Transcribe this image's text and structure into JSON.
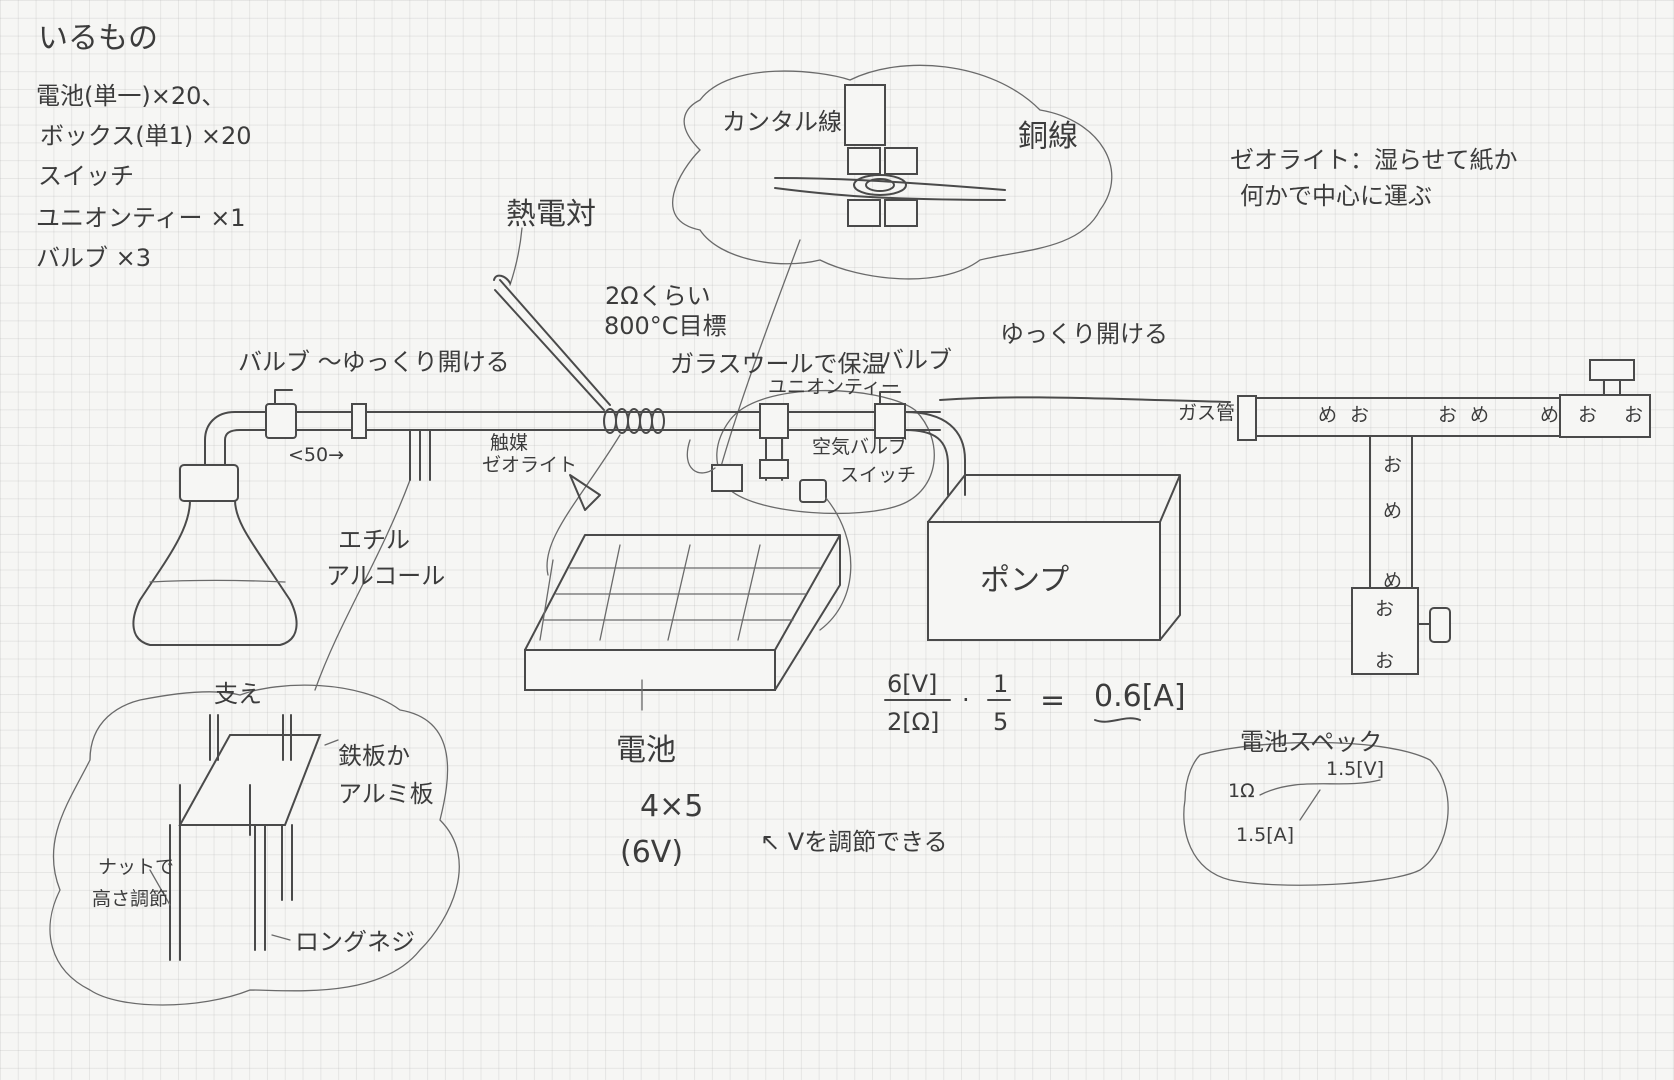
{
  "materials": {
    "heading": "いるもの",
    "items": [
      "電池(単一)×20、",
      "ボックス(単1) ×20",
      "スイッチ",
      "ユニオンティー ×1",
      "バルブ ×3"
    ]
  },
  "labels": {
    "thermocouple": "熱電対",
    "kanthal_wire": "カンタル線",
    "copper_wire": "銅線",
    "zeolite_note_line1": "ゼオライト：湿らせて紙か",
    "zeolite_note_line2": "何かで中心に運ぶ",
    "resistance": "2Ωくらい",
    "temp_target": "800°C目標",
    "glass_wool": "ガラスウールで保温",
    "valve_left": "バルブ ～ゆっくり開ける",
    "valve_right": "バルブ",
    "valve_right_note": "ゆっくり開ける",
    "union_tee": "ユニオンティー",
    "air_valve": "空気バルブ",
    "switch": "スイッチ",
    "catalyst_line1": "触媒",
    "catalyst_line2": "ゼオライト",
    "distance": "<50→",
    "ethanol_line1": "エチル",
    "ethanol_line2": "アルコール",
    "pump": "ポンプ",
    "gas_pipe": "ガス管",
    "support": "支え",
    "iron_plate_line1": "鉄板か",
    "iron_plate_line2": "アルミ板",
    "nut_line1": "ナットで",
    "nut_line2": "高さ調節",
    "long_screw": "ロングネジ",
    "battery": "電池",
    "battery_grid": "4×5",
    "battery_voltage": "(6V)",
    "adjust_note": "↖ Vを調節できる",
    "spec_title": "電池スペック",
    "spec_resistance": "1Ω",
    "spec_voltage": "1.5[V]",
    "spec_current": "1.5[A]"
  },
  "formula": {
    "num1": "6[V]",
    "den1": "2[Ω]",
    "dot": "·",
    "num2": "1",
    "den2": "5",
    "equals": "=",
    "result": "0.6[A]"
  },
  "pipe_marks": [
    "め",
    "お",
    "お",
    "め",
    "め",
    "お",
    "お"
  ],
  "vertical_marks": [
    "お",
    "め",
    "め",
    "お",
    "お"
  ]
}
